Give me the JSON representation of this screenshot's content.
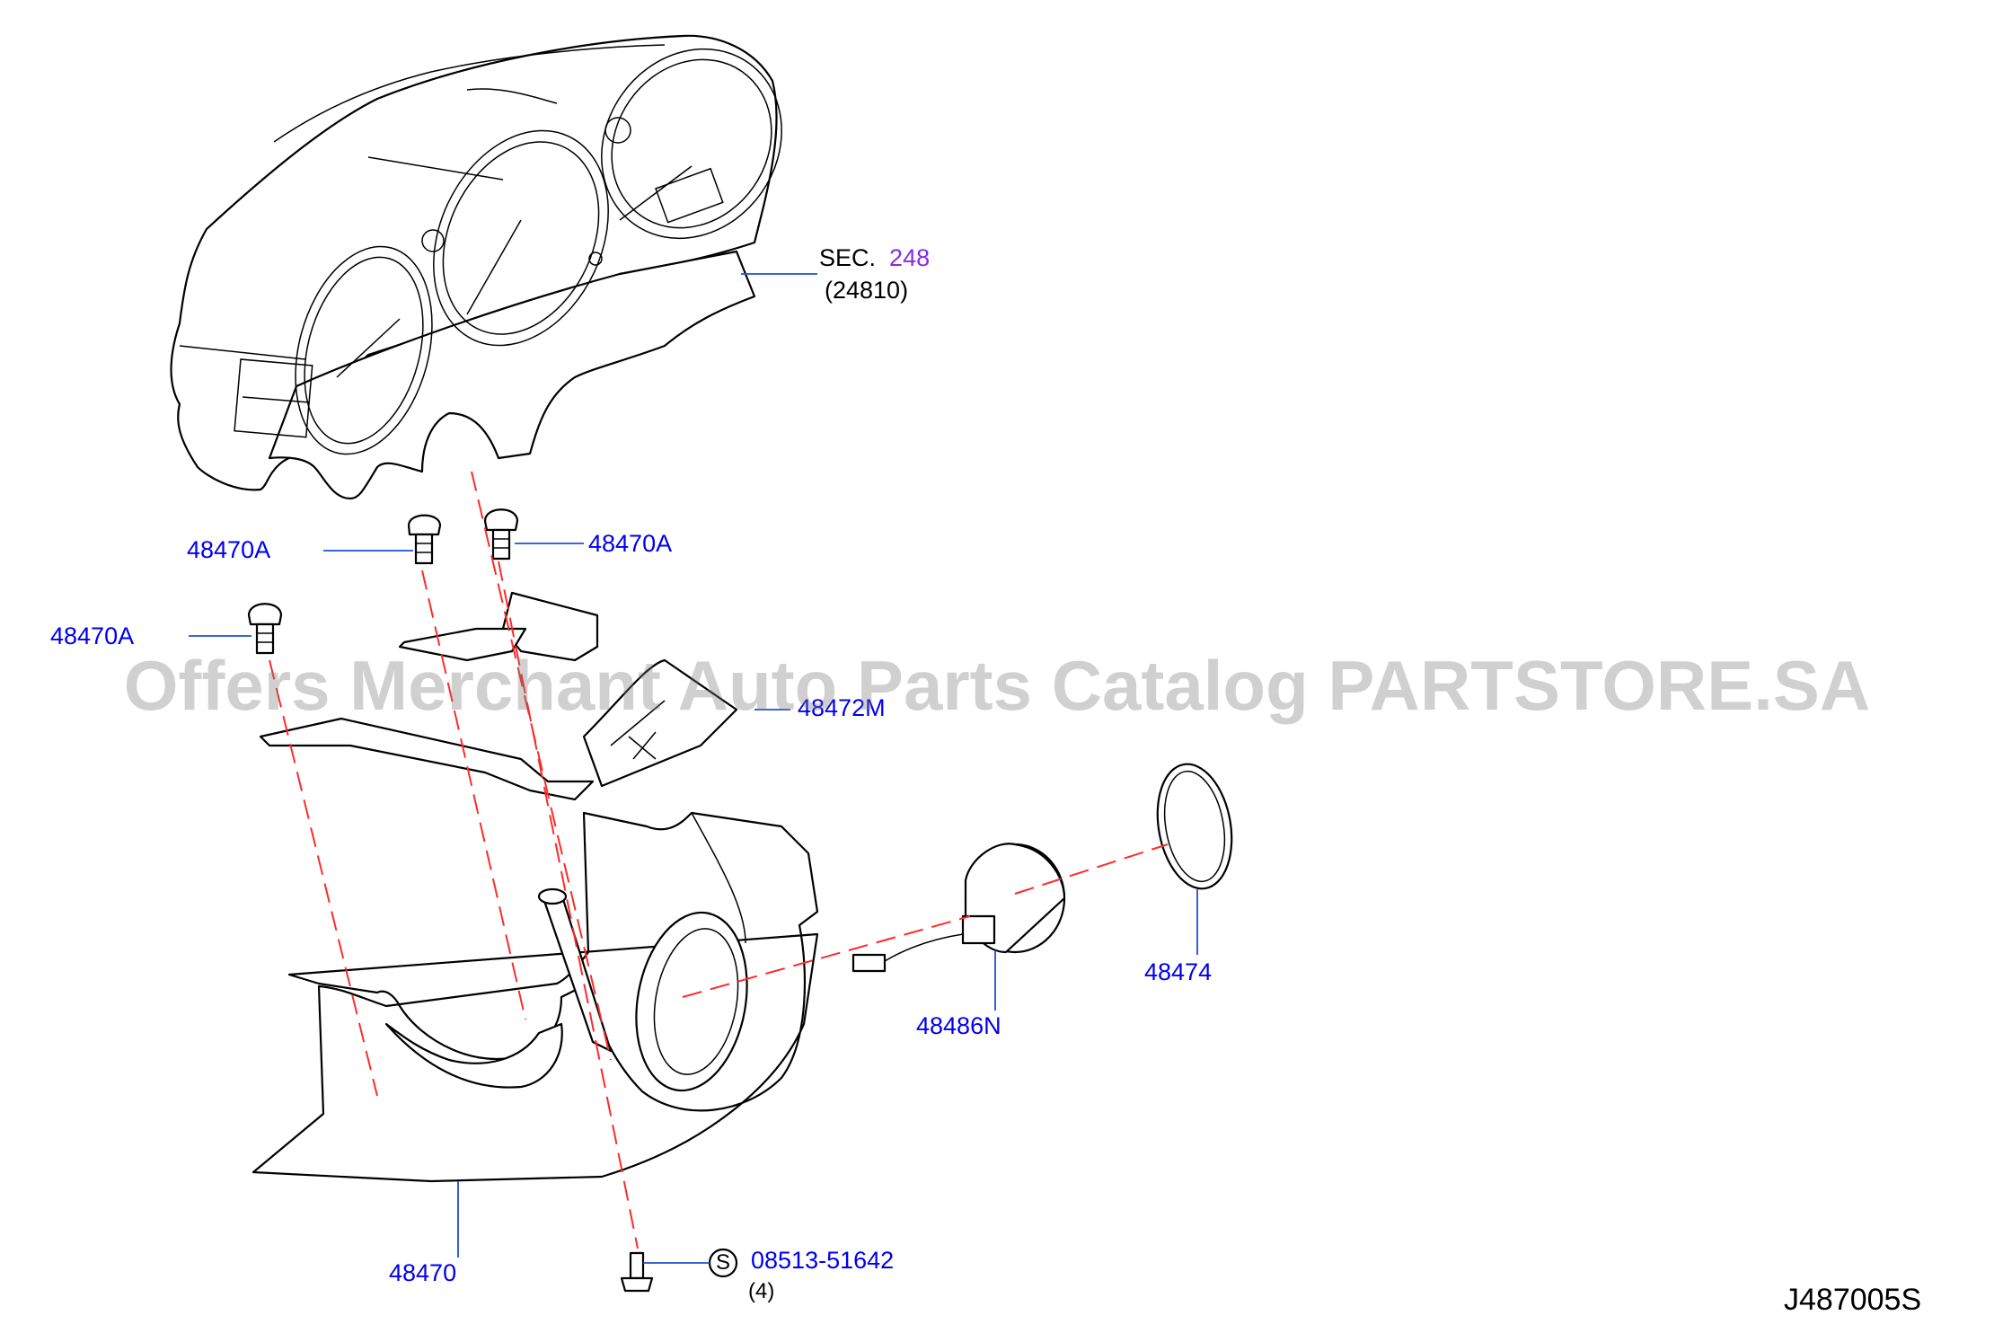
{
  "drawing_id": "J487005S",
  "watermark": "Offers Merchant Auto Parts Catalog PARTSTORE.SA",
  "section_ref": {
    "prefix": "SEC.",
    "number": "248",
    "part": "(24810)"
  },
  "callouts": {
    "bolt_left_mid": "48470A",
    "bolt_right_top": "48470A",
    "bolt_left_low": "48470A",
    "bracket": "48472M",
    "cover": "48470",
    "clip_symbol": "S",
    "screw": "08513-51642",
    "screw_qty": "(4)",
    "ring": "48474",
    "switch": "48486N"
  },
  "colors": {
    "label_blue": "#0000ee",
    "section_purple": "#8a2be2",
    "dashed_line_red": "#ff2a2a",
    "leader_blue": "#1f4fd6"
  }
}
